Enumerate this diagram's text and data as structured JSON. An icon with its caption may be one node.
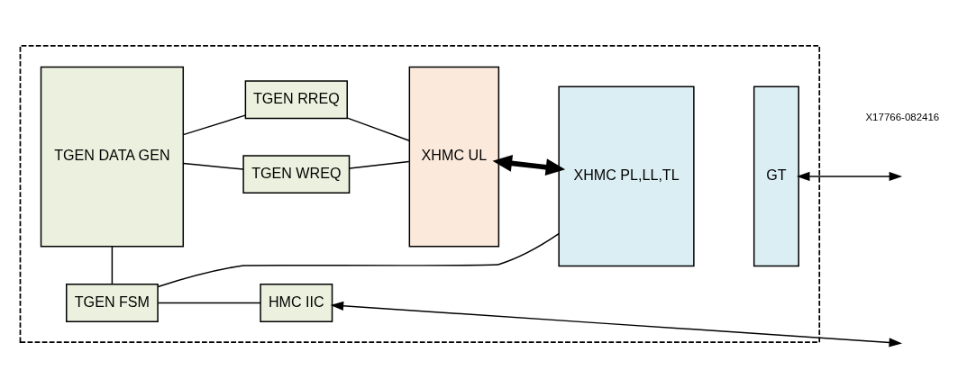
{
  "diagram": {
    "nodes": [
      {
        "text": [],
        "shape": "box"
      },
      {
        "text": [
          "TGEN DATA GEN"
        ],
        "in": 0
      },
      {
        "text": [
          "TGEN WREQ"
        ],
        "in": 0
      },
      {
        "text": [
          "TGEN RREQ"
        ],
        "in": 0
      },
      {
        "text": [
          "XHMC UL"
        ],
        "in": 0
      },
      {
        "text": [
          "XHMC PL,LL,TL"
        ],
        "in": 0
      },
      {
        "text": [
          "GT"
        ],
        "in": 0
      },
      {
        "text": [
          "TGEN FSM"
        ],
        "in": 0
      },
      {
        "text": [
          "HMC IIC"
        ],
        "in": 0
      }
    ],
    "edges": [
      {
        "from": 1,
        "to": 2,
        "arrow": "none"
      },
      {
        "from": 2,
        "to": 4,
        "arrow": "none"
      },
      {
        "from": 1,
        "to": 3,
        "arrow": "none"
      },
      {
        "from": 3,
        "to": 4,
        "arrow": "none"
      },
      {
        "from": 4,
        "to": 5,
        "arrow": "both",
        "style": "thick"
      },
      {
        "from": 6,
        "to": null,
        "arrow": "both"
      },
      {
        "from": 1,
        "to": 7,
        "arrow": "none"
      },
      {
        "from": 5,
        "to": 7,
        "arrow": "none"
      },
      {
        "from": 7,
        "to": 8,
        "arrow": "none"
      },
      {
        "from": 8,
        "to": null,
        "arrow": "both"
      }
    ],
    "labels": [
      "X17766-082416"
    ]
  }
}
